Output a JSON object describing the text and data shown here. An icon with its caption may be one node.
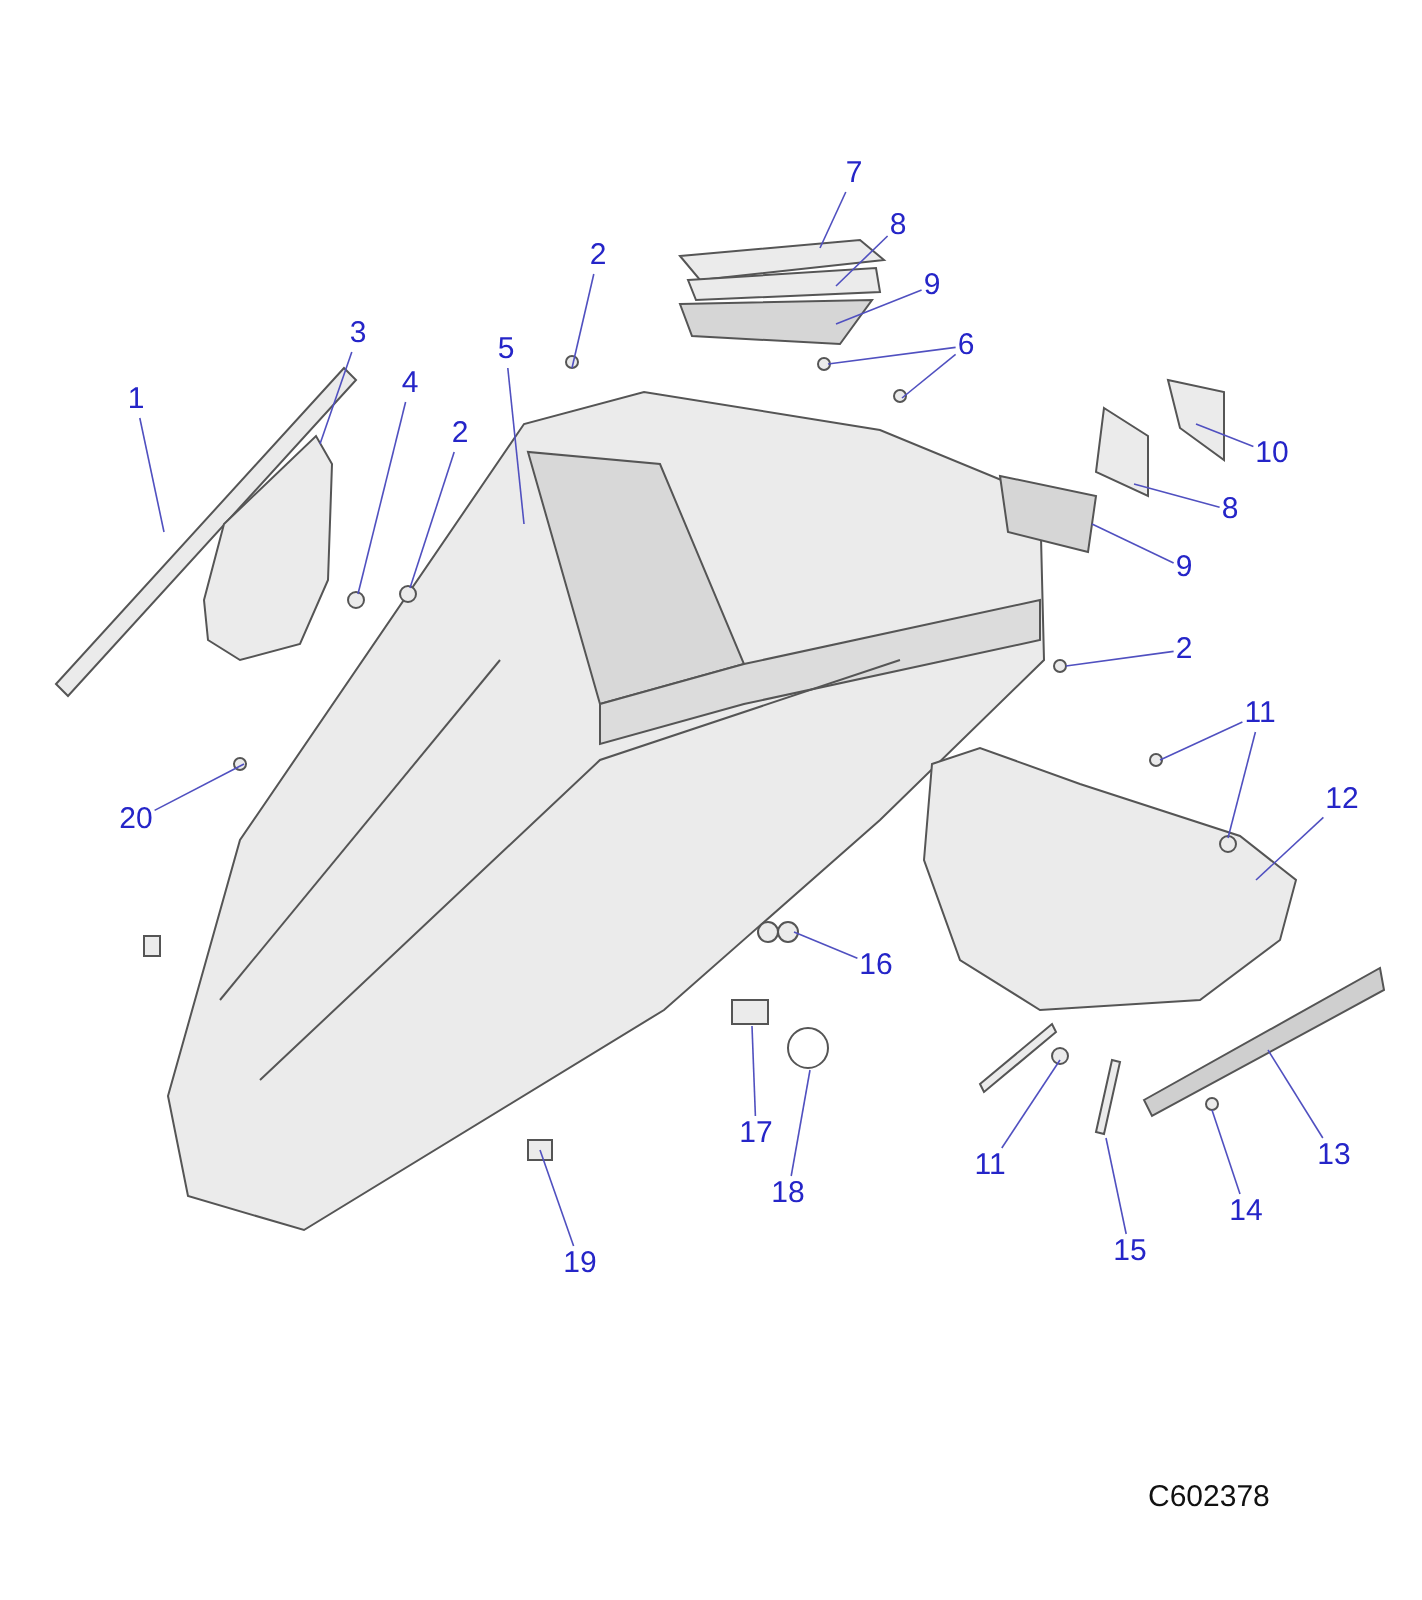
{
  "diagram": {
    "nodes": [
      {
        "text": [
          "7"
        ]
      },
      {
        "text": [
          "8"
        ]
      },
      {
        "text": [
          "9"
        ]
      },
      {
        "text": [
          "2"
        ]
      },
      {
        "text": [
          "6"
        ]
      },
      {
        "text": [
          "3"
        ]
      },
      {
        "text": [
          "5"
        ]
      },
      {
        "text": [
          "4"
        ]
      },
      {
        "text": [
          "2"
        ]
      },
      {
        "text": [
          "10"
        ]
      },
      {
        "text": [
          "8"
        ]
      },
      {
        "text": [
          "9"
        ]
      },
      {
        "text": [
          "1"
        ]
      },
      {
        "text": [
          "2"
        ]
      },
      {
        "text": [
          "11"
        ]
      },
      {
        "text": [
          "12"
        ]
      },
      {
        "text": [
          "20"
        ]
      },
      {
        "text": [
          "16"
        ]
      },
      {
        "text": [
          "17"
        ]
      },
      {
        "text": [
          "18"
        ]
      },
      {
        "text": [
          "11"
        ]
      },
      {
        "text": [
          "13"
        ]
      },
      {
        "text": [
          "14"
        ]
      },
      {
        "text": [
          "15"
        ]
      },
      {
        "text": [
          "19"
        ]
      }
    ],
    "edges": [
      {
        "from": 0,
        "to": null,
        "arrow": "none"
      },
      {
        "from": 1,
        "to": null,
        "arrow": "none"
      },
      {
        "from": 2,
        "to": null,
        "arrow": "none"
      },
      {
        "from": 3,
        "to": null,
        "arrow": "none"
      },
      {
        "from": 4,
        "to": null,
        "arrow": "none"
      },
      {
        "from": 4,
        "to": null,
        "arrow": "none"
      },
      {
        "from": 5,
        "to": null,
        "arrow": "none"
      },
      {
        "from": 6,
        "to": null,
        "arrow": "none"
      },
      {
        "from": 7,
        "to": null,
        "arrow": "none"
      },
      {
        "from": 8,
        "to": null,
        "arrow": "none"
      },
      {
        "from": 9,
        "to": null,
        "arrow": "none"
      },
      {
        "from": 10,
        "to": null,
        "arrow": "none"
      },
      {
        "from": 11,
        "to": null,
        "arrow": "none"
      },
      {
        "from": 12,
        "to": null,
        "arrow": "none"
      },
      {
        "from": 13,
        "to": null,
        "arrow": "none"
      },
      {
        "from": 14,
        "to": null,
        "arrow": "none"
      },
      {
        "from": 14,
        "to": null,
        "arrow": "none"
      },
      {
        "from": 15,
        "to": null,
        "arrow": "none"
      },
      {
        "from": 16,
        "to": null,
        "arrow": "none"
      },
      {
        "from": 17,
        "to": null,
        "arrow": "none"
      },
      {
        "from": 18,
        "to": null,
        "arrow": "none"
      },
      {
        "from": 19,
        "to": null,
        "arrow": "none"
      },
      {
        "from": 20,
        "to": null,
        "arrow": "none"
      },
      {
        "from": 21,
        "to": null,
        "arrow": "none"
      },
      {
        "from": 22,
        "to": null,
        "arrow": "none"
      },
      {
        "from": 23,
        "to": null,
        "arrow": "none"
      },
      {
        "from": 24,
        "to": null,
        "arrow": "none"
      }
    ],
    "labels": [
      "C602378"
    ]
  }
}
